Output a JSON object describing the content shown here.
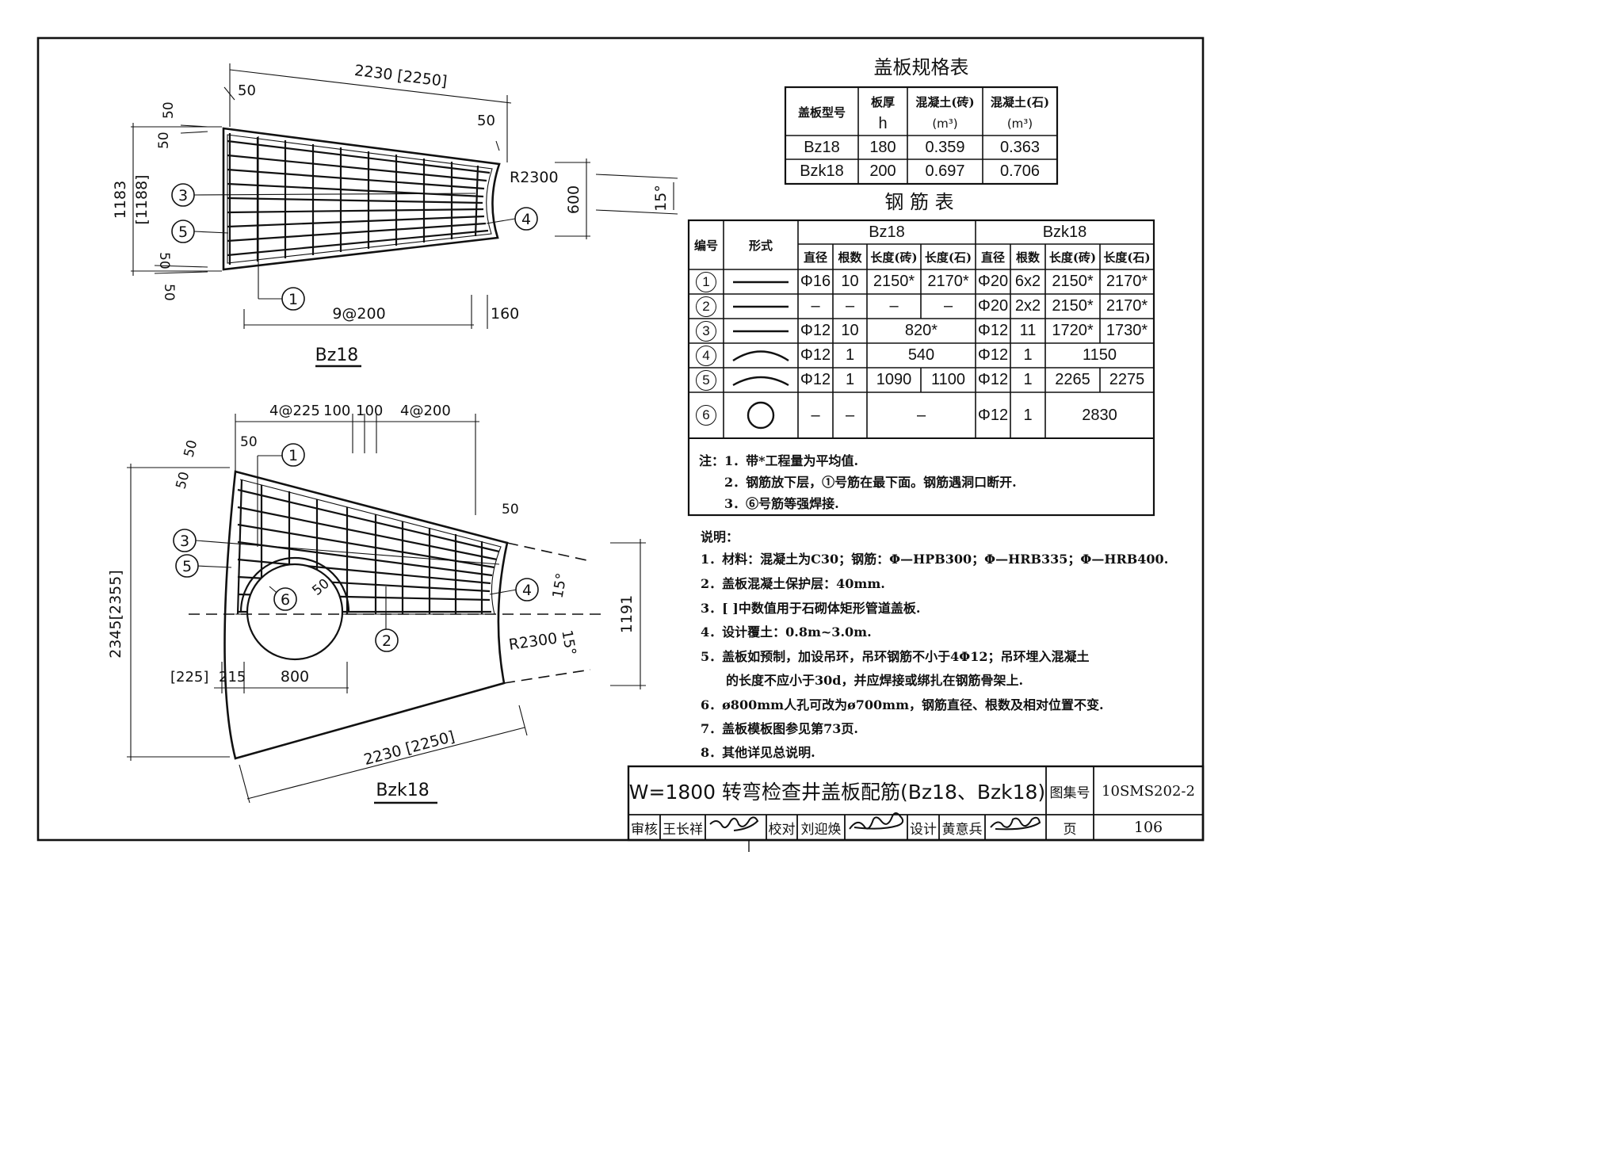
{
  "drawing1": {
    "caption": "Bz18",
    "dims": {
      "top": "2230 [2250]",
      "top_left_cover": "50",
      "top_right_cover": "50",
      "left_cover_top1": "50",
      "left_cover_top2": "50",
      "left_height": "1183",
      "left_height_alt": "[1188]",
      "left_cover_bot1": "50",
      "left_cover_bot2": "50",
      "radius": "R2300",
      "right_height": "600",
      "angle": "15°",
      "bottom_spacing": "9@200",
      "bottom_end": "160"
    },
    "callouts": [
      "3",
      "5",
      "1",
      "4"
    ]
  },
  "drawing2": {
    "caption": "Bzk18",
    "dims": {
      "top_spacing_left": "4@225",
      "top_mid1": "100",
      "top_mid2": "100",
      "top_spacing_right": "4@200",
      "cover_top_left": "50",
      "cover_top_left2": "50",
      "cover_left": "50",
      "cover_right": "50",
      "hole_cover": "50",
      "left_height": "2345[2355]",
      "right_height": "1191",
      "angle_top": "15°",
      "angle_bottom": "15°",
      "radius": "R2300",
      "hole_offset_alt": "[225]",
      "hole_offset": "215",
      "hole_dia": "800",
      "bottom": "2230 [2250]"
    },
    "callouts": [
      "1",
      "3",
      "5",
      "6",
      "2",
      "4"
    ]
  },
  "spec_table": {
    "title": "盖板规格表",
    "headers": {
      "type": "盖板型号",
      "thick": "板厚",
      "thick_sym": "h",
      "brick": "混凝土(砖)",
      "stone": "混凝土(石)",
      "unit": "(m³)"
    },
    "rows": [
      {
        "type": "Bz18",
        "h": "180",
        "brick": "0.359",
        "stone": "0.363"
      },
      {
        "type": "Bzk18",
        "h": "200",
        "brick": "0.697",
        "stone": "0.706"
      }
    ]
  },
  "rebar_table": {
    "title": "钢 筋 表",
    "headers": {
      "no": "编号",
      "shape": "形式",
      "group1": "Bz18",
      "group2": "Bzk18",
      "dia": "直径",
      "count": "根数",
      "len_brick": "长度(砖)",
      "len_stone": "长度(石)"
    },
    "rows": [
      {
        "no": "1",
        "shape": "straight",
        "b_dia": "Φ16",
        "b_cnt": "10",
        "b_lb": "2150*",
        "b_ls": "2170*",
        "k_dia": "Φ20",
        "k_cnt": "6x2",
        "k_lb": "2150*",
        "k_ls": "2170*"
      },
      {
        "no": "2",
        "shape": "straight",
        "b_dia": "–",
        "b_cnt": "–",
        "b_lb": "–",
        "b_ls": "–",
        "k_dia": "Φ20",
        "k_cnt": "2x2",
        "k_lb": "2150*",
        "k_ls": "2170*"
      },
      {
        "no": "3",
        "shape": "straight",
        "b_dia": "Φ12",
        "b_cnt": "10",
        "b_len": "820*",
        "k_dia": "Φ12",
        "k_cnt": "11",
        "k_lb": "1720*",
        "k_ls": "1730*"
      },
      {
        "no": "4",
        "shape": "arc",
        "b_dia": "Φ12",
        "b_cnt": "1",
        "b_len": "540",
        "k_dia": "Φ12",
        "k_cnt": "1",
        "k_len": "1150"
      },
      {
        "no": "5",
        "shape": "arc",
        "b_dia": "Φ12",
        "b_cnt": "1",
        "b_lb": "1090",
        "b_ls": "1100",
        "k_dia": "Φ12",
        "k_cnt": "1",
        "k_lb": "2265",
        "k_ls": "2275"
      },
      {
        "no": "6",
        "shape": "ring",
        "b_dia": "–",
        "b_cnt": "–",
        "b_len": "–",
        "k_dia": "Φ12",
        "k_cnt": "1",
        "k_len": "2830"
      }
    ],
    "notes": [
      "注：1．带*工程量为平均值.",
      "2．钢筋放下层，①号筋在最下面。钢筋遇洞口断开.",
      "3．⑥号筋等强焊接."
    ]
  },
  "description": {
    "title": "说明：",
    "items": [
      "1．材料：混凝土为C30；钢筋：Φ—HPB300；Φ—HRB335；Φ—HRB400.",
      "2．盖板混凝土保护层：40mm.",
      "3．[ ]中数值用于石砌体矩形管道盖板.",
      "4．设计覆土：0.8m~3.0m.",
      "5．盖板如预制，加设吊环，吊环钢筋不小于4Φ12；吊环埋入混凝土",
      "的长度不应小于30d，并应焊接或绑扎在钢筋骨架上.",
      "6．ø800mm人孔可改为ø700mm，钢筋直径、根数及相对位置不变.",
      "7．盖板模板图参见第73页.",
      "8．其他详见总说明."
    ]
  },
  "title_block": {
    "title": "W=1800 转弯检查井盖板配筋(Bz18、Bzk18)",
    "atlas_label": "图集号",
    "atlas_no": "10SMS202-2",
    "review_label": "审核",
    "reviewer": "王长祥",
    "check_label": "校对",
    "checker": "刘迎焕",
    "design_label": "设计",
    "designer": "黄意兵",
    "page_label": "页",
    "page_no": "106"
  }
}
